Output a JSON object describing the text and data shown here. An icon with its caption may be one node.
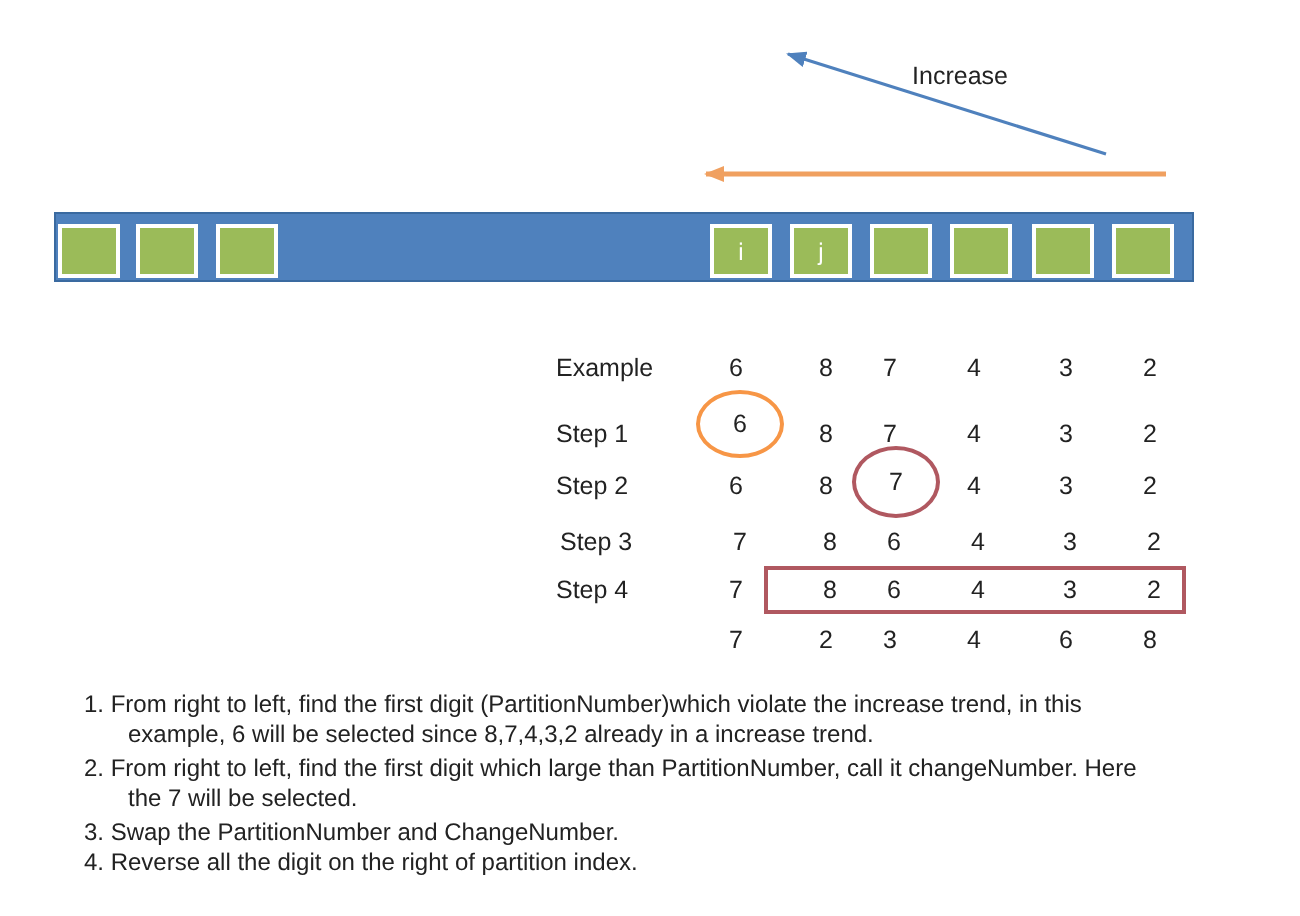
{
  "diagram": {
    "nodes": [
      {
        "text": [],
        "shape": "bar"
      },
      {
        "text": [],
        "shape": "box",
        "in": 0
      },
      {
        "text": [],
        "shape": "box",
        "in": 0
      },
      {
        "text": [],
        "shape": "box",
        "in": 0
      },
      {
        "text": [
          "i"
        ],
        "in": 0
      },
      {
        "text": [
          "j"
        ],
        "in": 0
      },
      {
        "text": [],
        "shape": "box",
        "in": 0
      },
      {
        "text": [],
        "shape": "box",
        "in": 0
      },
      {
        "text": [],
        "shape": "box",
        "in": 0
      },
      {
        "text": [],
        "shape": "box",
        "in": 0
      },
      {
        "text": [
          "6"
        ]
      },
      {
        "text": [
          "7"
        ]
      },
      {
        "text": [
          "8",
          "6",
          "4",
          "3",
          "2"
        ]
      }
    ],
    "labels": [
      "Increase",
      "Example",
      "6",
      "8",
      "7",
      "4",
      "3",
      "2",
      "Step 1",
      "8",
      "7",
      "4",
      "3",
      "2",
      "Step 2",
      "6",
      "8",
      "4",
      "3",
      "2",
      "Step 3",
      "7",
      "8",
      "6",
      "4",
      "3",
      "2",
      "Step 4",
      "7",
      "7",
      "2",
      "3",
      "4",
      "6",
      "8",
      "1. From right to left, find the first digit (PartitionNumber)which violate the increase trend, in this example, 6 will be selected since 8,7,4,3,2 already in a increase trend.",
      "2. From right to left, find the first digit which large than PartitionNumber, call it changeNumber. Here the 7 will be selected.",
      "3. Swap the PartitionNumber and ChangeNumber.",
      "4. Reverse all the digit on the right of partition index."
    ]
  }
}
